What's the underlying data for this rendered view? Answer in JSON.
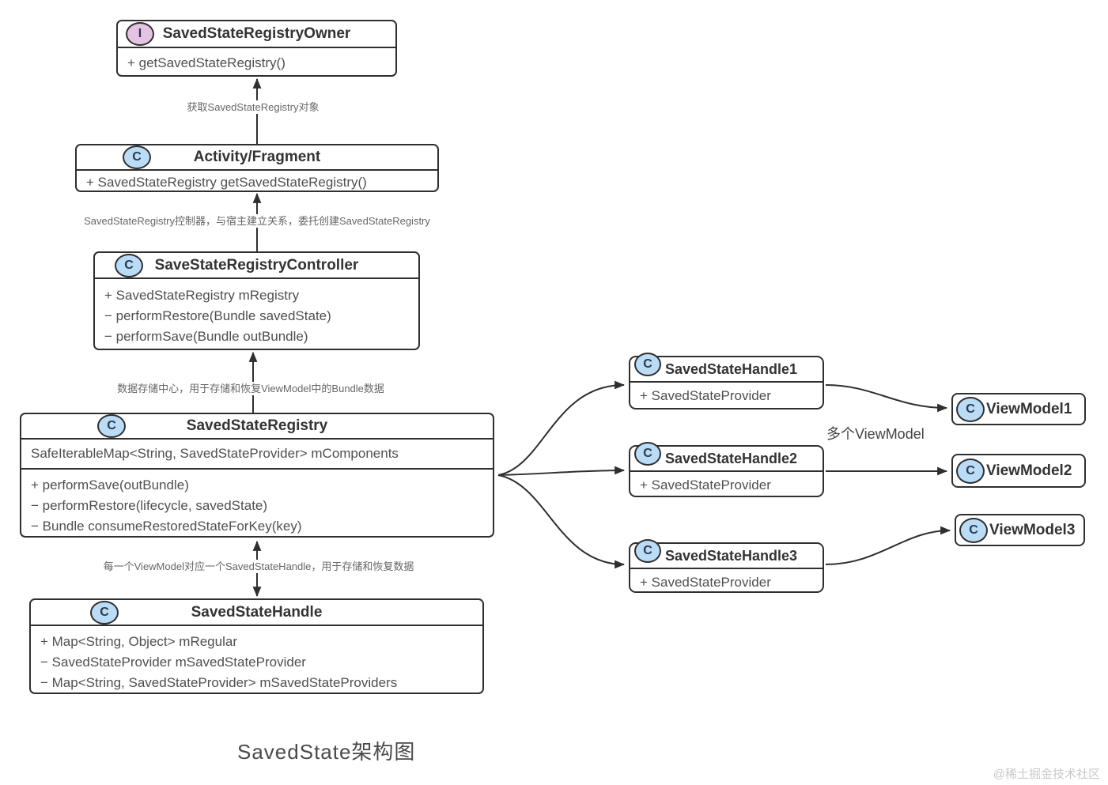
{
  "diagram": {
    "title": "SavedState架构图",
    "watermark": "@稀土掘金技术社区"
  },
  "labels": {
    "get_registry": "获取SavedStateRegistry对象",
    "controller_note": "SavedStateRegistry控制器，与宿主建立关系，委托创建SavedStateRegistry",
    "registry_note": "数据存储中心，用于存储和恢复ViewModel中的Bundle数据",
    "handle_note": "每一个ViewModel对应一个SavedStateHandle，用于存储和恢复数据",
    "multi_viewmodel": "多个ViewModel"
  },
  "classes": {
    "owner": {
      "stereotype": "I",
      "name": "SavedStateRegistryOwner",
      "members": [
        "+ getSavedStateRegistry()"
      ]
    },
    "activity": {
      "stereotype": "C",
      "name": "Activity/Fragment",
      "members": [
        "+ SavedStateRegistry getSavedStateRegistry()"
      ]
    },
    "controller": {
      "stereotype": "C",
      "name": "SaveStateRegistryController",
      "members": [
        "+ SavedStateRegistry mRegistry",
        "− performRestore(Bundle savedState)",
        "− performSave(Bundle outBundle)"
      ]
    },
    "registry": {
      "stereotype": "C",
      "name": "SavedStateRegistry",
      "field": "SafeIterableMap<String, SavedStateProvider> mComponents",
      "members": [
        "+ performSave(outBundle)",
        "− performRestore(lifecycle, savedState)",
        "− Bundle consumeRestoredStateForKey(key)"
      ]
    },
    "handle": {
      "stereotype": "C",
      "name": "SavedStateHandle",
      "members": [
        "+ Map<String, Object> mRegular",
        "− SavedStateProvider mSavedStateProvider",
        "− Map<String, SavedStateProvider> mSavedStateProviders"
      ]
    },
    "handle1": {
      "stereotype": "C",
      "name": "SavedStateHandle1",
      "members": [
        "+ SavedStateProvider"
      ]
    },
    "handle2": {
      "stereotype": "C",
      "name": "SavedStateHandle2",
      "members": [
        "+ SavedStateProvider"
      ]
    },
    "handle3": {
      "stereotype": "C",
      "name": "SavedStateHandle3",
      "members": [
        "+ SavedStateProvider"
      ]
    },
    "viewmodel1": {
      "stereotype": "C",
      "name": "ViewModel1"
    },
    "viewmodel2": {
      "stereotype": "C",
      "name": "ViewModel2"
    },
    "viewmodel3": {
      "stereotype": "C",
      "name": "ViewModel3"
    }
  },
  "colors": {
    "class_icon": "#badcf7",
    "interface_icon": "#e5c3e5",
    "border": "#2f2f2f",
    "member_text": "#4f4f4f",
    "note_text": "#666666",
    "watermark_text": "#c8c8c8"
  }
}
